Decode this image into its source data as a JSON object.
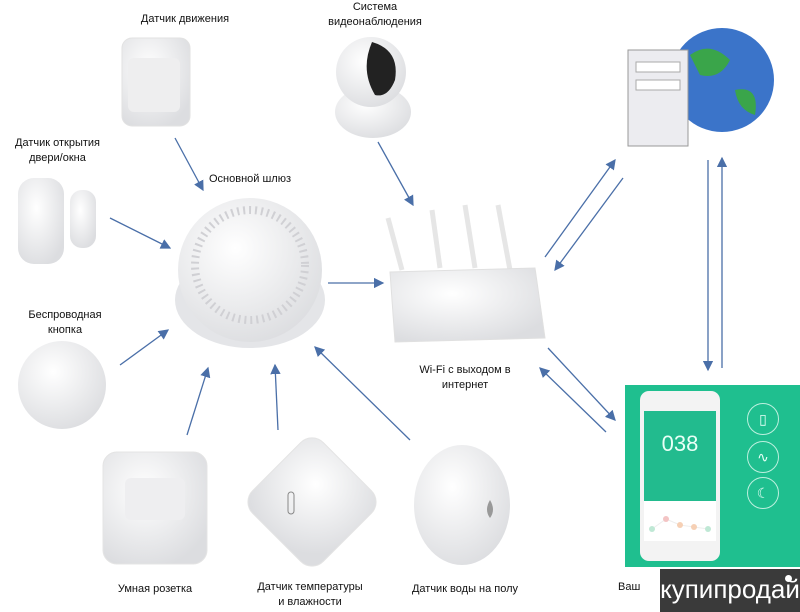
{
  "labels": {
    "motion_sensor": "Датчик движения",
    "camera_line1": "Система",
    "camera_line2": "видеонаблюдения",
    "door_sensor_line1": "Датчик открытия",
    "door_sensor_line2": "двери/окна",
    "gateway": "Основной шлюз",
    "wireless_button_line1": "Беспроводная",
    "wireless_button_line2": "кнопка",
    "router_line1": "Wi-Fi с выходом в",
    "router_line2": "интернет",
    "smart_socket": "Умная розетка",
    "temp_sensor_line1": "Датчик температуры",
    "temp_sensor_line2": "и влажности",
    "water_sensor": "Датчик воды на полу",
    "phone_label_partial": "Ваш"
  },
  "phone_screen": {
    "reading": "038"
  },
  "watermark": "купипродай",
  "colors": {
    "arrow": "#4a6fa8",
    "app_green": "#1fbf8f"
  }
}
